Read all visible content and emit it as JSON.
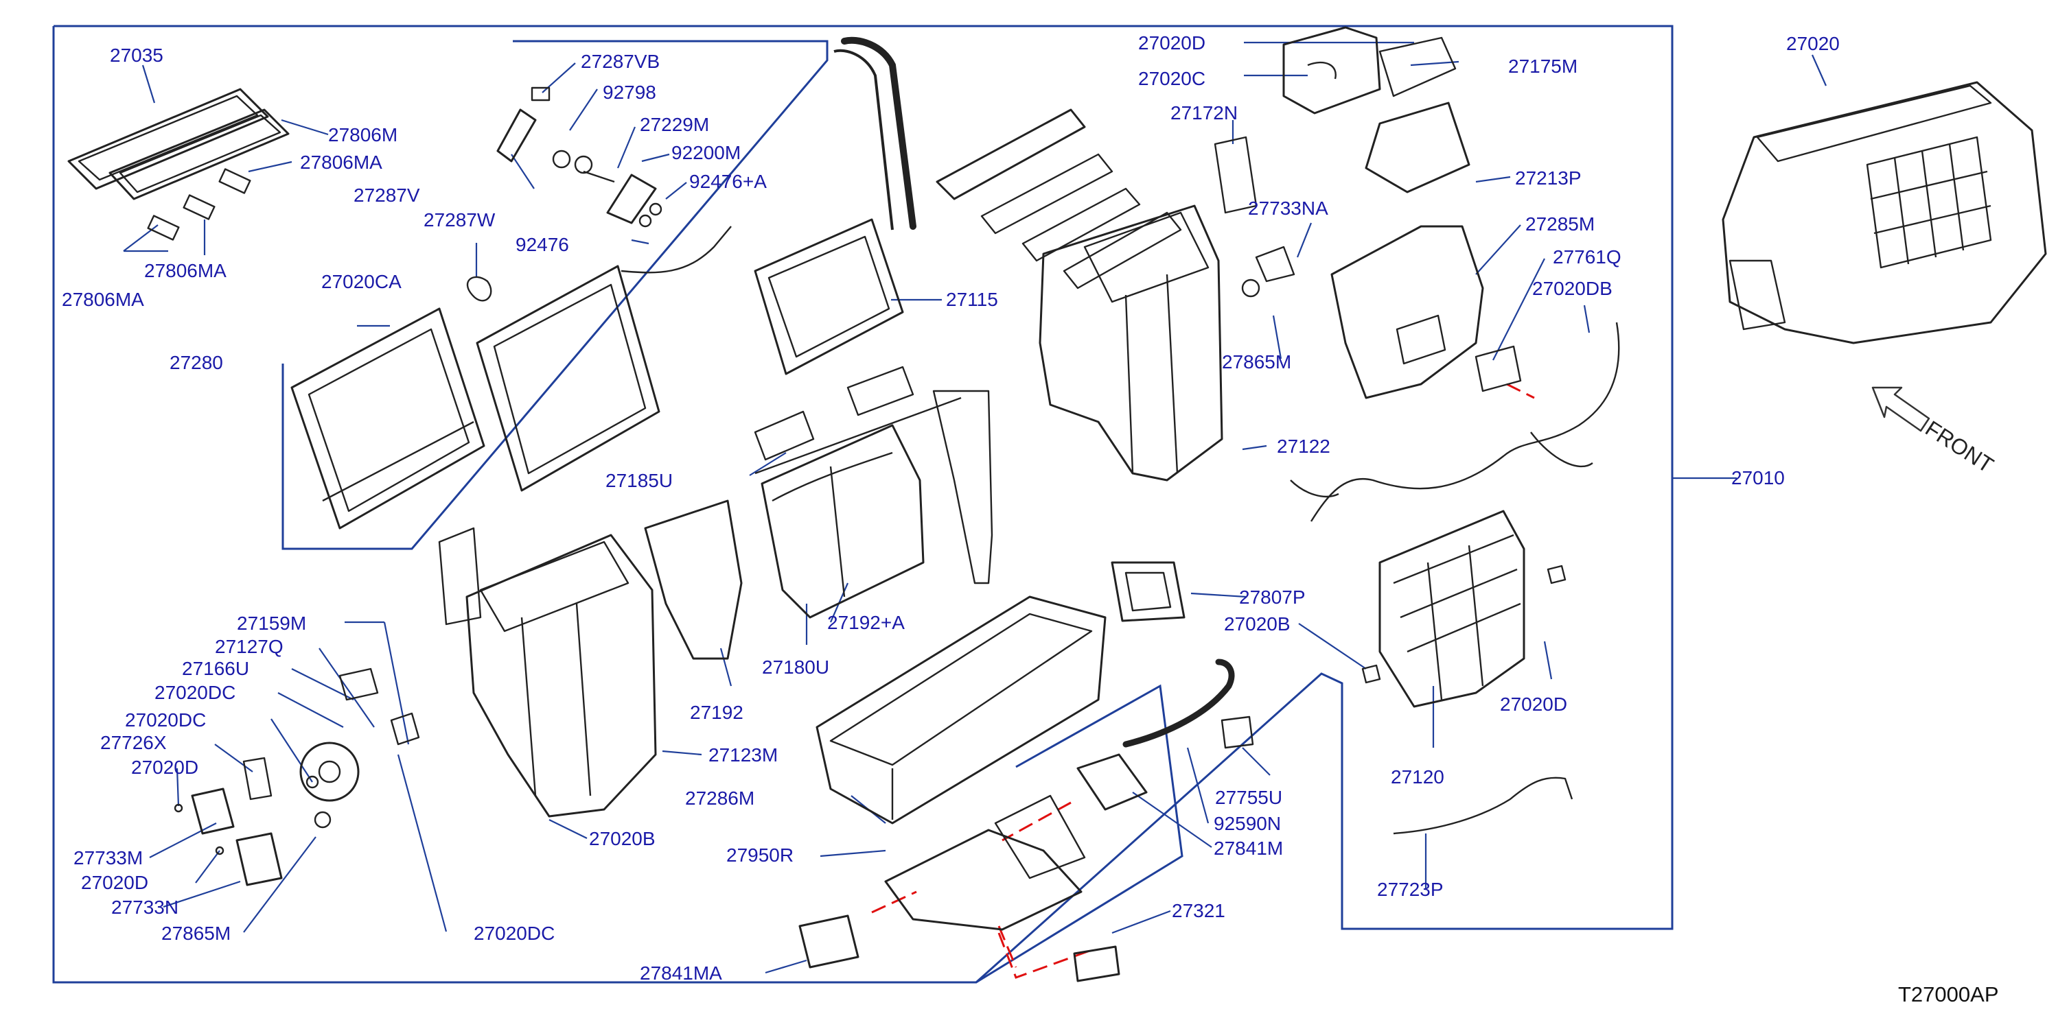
{
  "diagram": {
    "reference_code": "T27000AP",
    "direction_label": "FRONT",
    "colors": {
      "label": "#1a1aa8",
      "leader": "#1f3f9a",
      "cut_line": "#e01010",
      "parts": "#222222"
    },
    "parts": [
      {
        "id": "p_27035",
        "label": "27035"
      },
      {
        "id": "p_27806m",
        "label": "27806M"
      },
      {
        "id": "p_27806ma_1",
        "label": "27806MA"
      },
      {
        "id": "p_27806ma_2",
        "label": "27806MA"
      },
      {
        "id": "p_27806ma_3",
        "label": "27806MA"
      },
      {
        "id": "p_27287vb",
        "label": "27287VB"
      },
      {
        "id": "p_92798",
        "label": "92798"
      },
      {
        "id": "p_27229m",
        "label": "27229M"
      },
      {
        "id": "p_92200m",
        "label": "92200M"
      },
      {
        "id": "p_92476a",
        "label": "92476+A"
      },
      {
        "id": "p_27287v",
        "label": "27287V"
      },
      {
        "id": "p_27287w",
        "label": "27287W"
      },
      {
        "id": "p_92476",
        "label": "92476"
      },
      {
        "id": "p_27020ca",
        "label": "27020CA"
      },
      {
        "id": "p_27280",
        "label": "27280"
      },
      {
        "id": "p_27115",
        "label": "27115"
      },
      {
        "id": "p_27185u",
        "label": "27185U"
      },
      {
        "id": "p_27020d_top",
        "label": "27020D"
      },
      {
        "id": "p_27020c",
        "label": "27020C"
      },
      {
        "id": "p_27175m",
        "label": "27175M"
      },
      {
        "id": "p_27172n",
        "label": "27172N"
      },
      {
        "id": "p_27213p",
        "label": "27213P"
      },
      {
        "id": "p_27733na",
        "label": "27733NA"
      },
      {
        "id": "p_27285m",
        "label": "27285M"
      },
      {
        "id": "p_27761q",
        "label": "27761Q"
      },
      {
        "id": "p_27020db",
        "label": "27020DB"
      },
      {
        "id": "p_27865m_top",
        "label": "27865M"
      },
      {
        "id": "p_27122",
        "label": "27122"
      },
      {
        "id": "p_27020",
        "label": "27020"
      },
      {
        "id": "p_27010",
        "label": "27010"
      },
      {
        "id": "p_27807p",
        "label": "27807P"
      },
      {
        "id": "p_27020b_mid",
        "label": "27020B"
      },
      {
        "id": "p_27192a",
        "label": "27192+A"
      },
      {
        "id": "p_27180u",
        "label": "27180U"
      },
      {
        "id": "p_27192",
        "label": "27192"
      },
      {
        "id": "p_27159m",
        "label": "27159M"
      },
      {
        "id": "p_27127q",
        "label": "27127Q"
      },
      {
        "id": "p_27166u",
        "label": "27166U"
      },
      {
        "id": "p_27020dc_1",
        "label": "27020DC"
      },
      {
        "id": "p_27020dc_2",
        "label": "27020DC"
      },
      {
        "id": "p_27726x",
        "label": "27726X"
      },
      {
        "id": "p_27020d_left",
        "label": "27020D"
      },
      {
        "id": "p_27733m",
        "label": "27733M"
      },
      {
        "id": "p_27020d_left2",
        "label": "27020D"
      },
      {
        "id": "p_27733n",
        "label": "27733N"
      },
      {
        "id": "p_27865m_bot",
        "label": "27865M"
      },
      {
        "id": "p_27020dc_3",
        "label": "27020DC"
      },
      {
        "id": "p_27123m",
        "label": "27123M"
      },
      {
        "id": "p_27020b_bot",
        "label": "27020B"
      },
      {
        "id": "p_27286m",
        "label": "27286M"
      },
      {
        "id": "p_27950r",
        "label": "27950R"
      },
      {
        "id": "p_27841ma",
        "label": "27841MA"
      },
      {
        "id": "p_27321",
        "label": "27321"
      },
      {
        "id": "p_27841m",
        "label": "27841M"
      },
      {
        "id": "p_92590n",
        "label": "92590N"
      },
      {
        "id": "p_27755u",
        "label": "27755U"
      },
      {
        "id": "p_27120",
        "label": "27120"
      },
      {
        "id": "p_27020d_right",
        "label": "27020D"
      },
      {
        "id": "p_27723p",
        "label": "27723P"
      }
    ]
  }
}
